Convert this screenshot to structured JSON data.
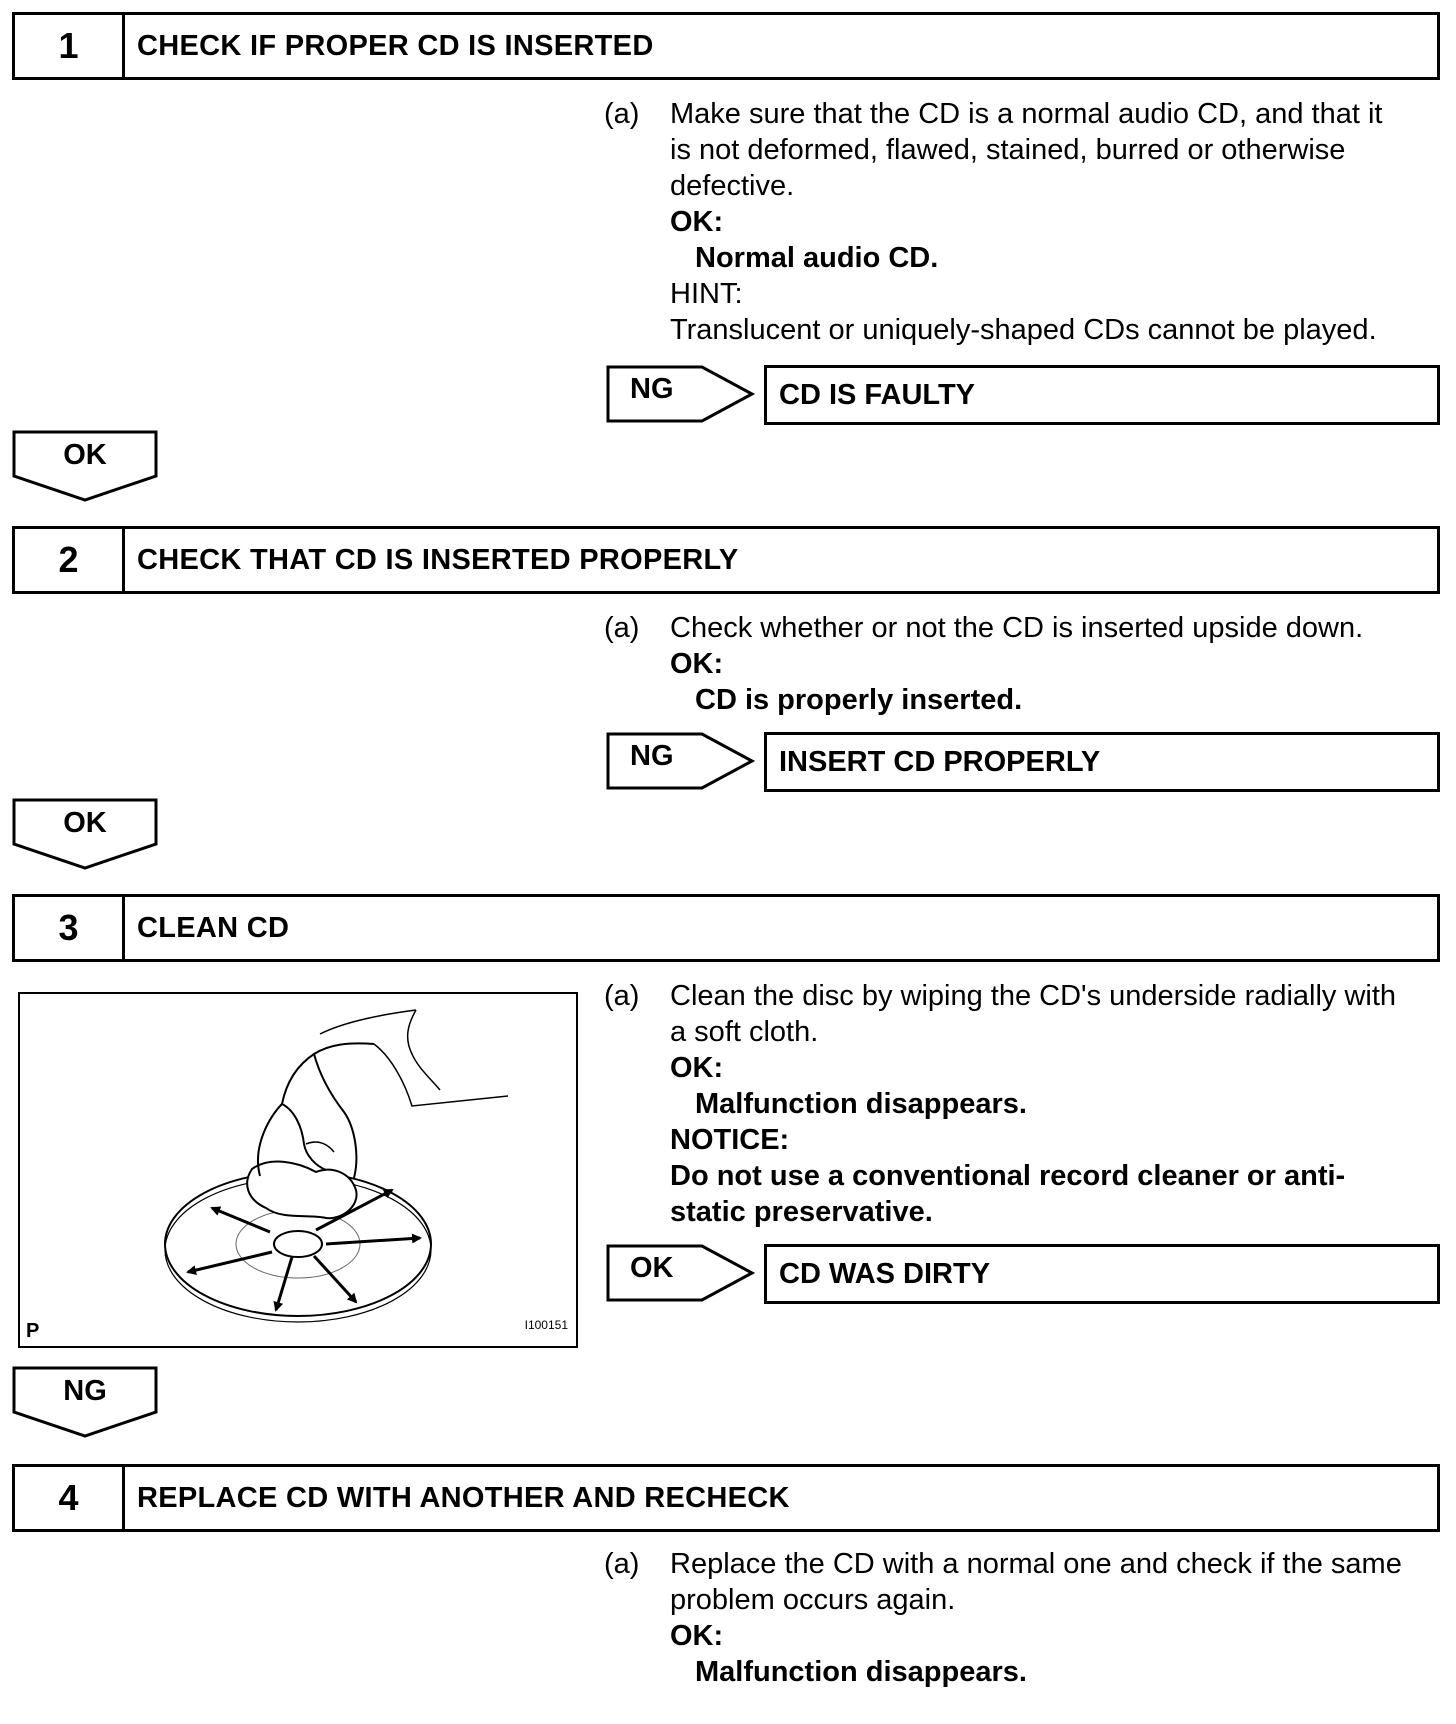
{
  "steps": [
    {
      "number": "1",
      "title": "CHECK IF PROPER CD IS INSERTED",
      "item_label": "(a)",
      "instruction": [
        "Make sure that the CD is a normal audio CD, and that it",
        "is not deformed, flawed, stained, burred or otherwise",
        "defective."
      ],
      "ok_label": "OK:",
      "ok_value": "Normal audio CD.",
      "hint_label": "HINT:",
      "hint_text": "Translucent or uniquely-shaped CDs cannot be played.",
      "branch_label": "NG",
      "branch_result": "CD IS FAULTY",
      "next_label": "OK"
    },
    {
      "number": "2",
      "title": "CHECK THAT CD IS INSERTED PROPERLY",
      "item_label": "(a)",
      "instruction": [
        "Check whether or not the CD is inserted upside down."
      ],
      "ok_label": "OK:",
      "ok_value": "CD is properly inserted.",
      "branch_label": "NG",
      "branch_result": "INSERT CD PROPERLY",
      "next_label": "OK"
    },
    {
      "number": "3",
      "title": "CLEAN CD",
      "item_label": "(a)",
      "instruction": [
        "Clean the disc by wiping the CD's underside radially with",
        "a soft cloth."
      ],
      "ok_label": "OK:",
      "ok_value": "Malfunction disappears.",
      "notice_label": "NOTICE:",
      "notice_text": [
        "Do not use a conventional record cleaner or anti-",
        "static preservative."
      ],
      "branch_label": "OK",
      "branch_result": "CD WAS DIRTY",
      "next_label": "NG",
      "figure": {
        "corner_label": "P",
        "code": "I100151"
      }
    },
    {
      "number": "4",
      "title": "REPLACE CD WITH ANOTHER AND RECHECK",
      "item_label": "(a)",
      "instruction": [
        "Replace the CD with a normal one and check if the same",
        "problem occurs again."
      ],
      "ok_label": "OK:",
      "ok_value": "Malfunction disappears."
    }
  ]
}
